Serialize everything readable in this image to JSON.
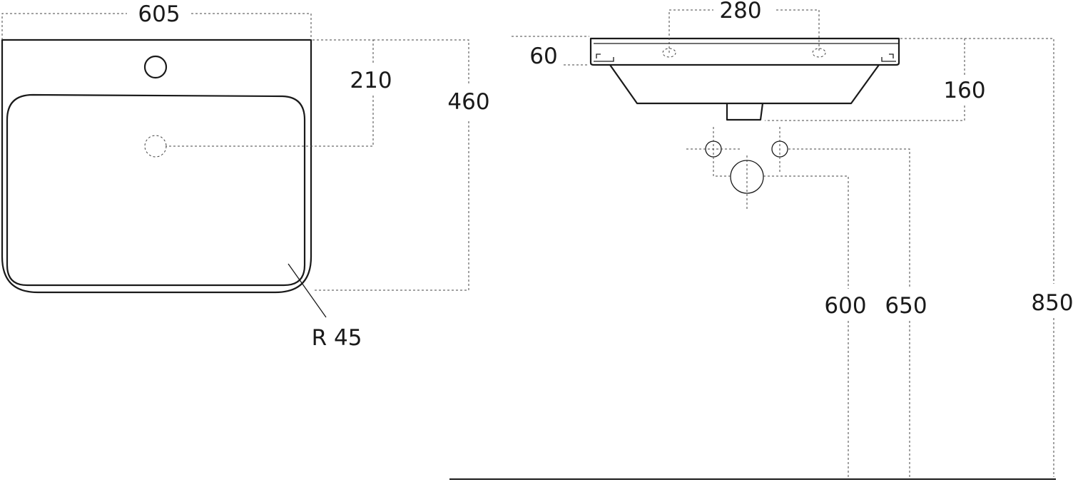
{
  "plan_view": {
    "width": "605",
    "depth": "460",
    "drain_offset": "210",
    "corner_radius": "R 45"
  },
  "side_view": {
    "tap_spacing": "280",
    "rim_thickness": "60",
    "basin_depth": "160",
    "height_600": "600",
    "height_650": "650",
    "height_850": "850"
  }
}
